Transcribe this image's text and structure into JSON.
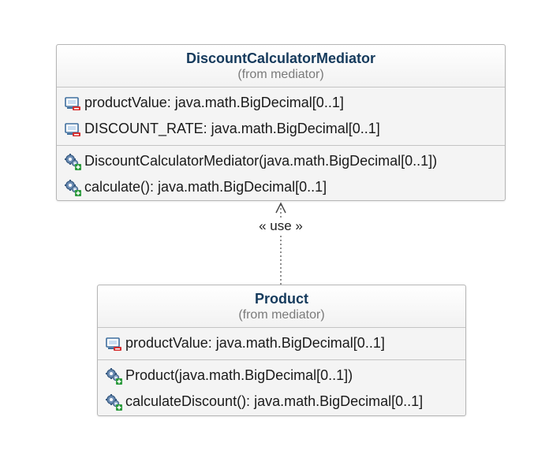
{
  "classes": [
    {
      "name": "DiscountCalculatorMediator",
      "package": "(from mediator)",
      "attributes": [
        {
          "text": "productValue: java.math.BigDecimal[0..1]",
          "icon": "private-attribute-icon"
        },
        {
          "text": "DISCOUNT_RATE: java.math.BigDecimal[0..1]",
          "icon": "private-attribute-icon"
        }
      ],
      "operations": [
        {
          "text": "DiscountCalculatorMediator(java.math.BigDecimal[0..1])",
          "icon": "public-operation-icon"
        },
        {
          "text": "calculate(): java.math.BigDecimal[0..1]",
          "icon": "public-operation-icon"
        }
      ]
    },
    {
      "name": "Product",
      "package": "(from mediator)",
      "attributes": [
        {
          "text": "productValue: java.math.BigDecimal[0..1]",
          "icon": "private-attribute-icon"
        }
      ],
      "operations": [
        {
          "text": "Product(java.math.BigDecimal[0..1])",
          "icon": "public-operation-icon"
        },
        {
          "text": "calculateDiscount(): java.math.BigDecimal[0..1]",
          "icon": "public-operation-icon"
        }
      ]
    }
  ],
  "relationship": {
    "type": "dependency",
    "stereotype": "« use »",
    "from": "Product",
    "to": "DiscountCalculatorMediator"
  },
  "colors": {
    "class_name": "#153a5c",
    "package": "#7a7a7a",
    "border": "#b6b6b6",
    "fill": "#f4f4f4"
  }
}
